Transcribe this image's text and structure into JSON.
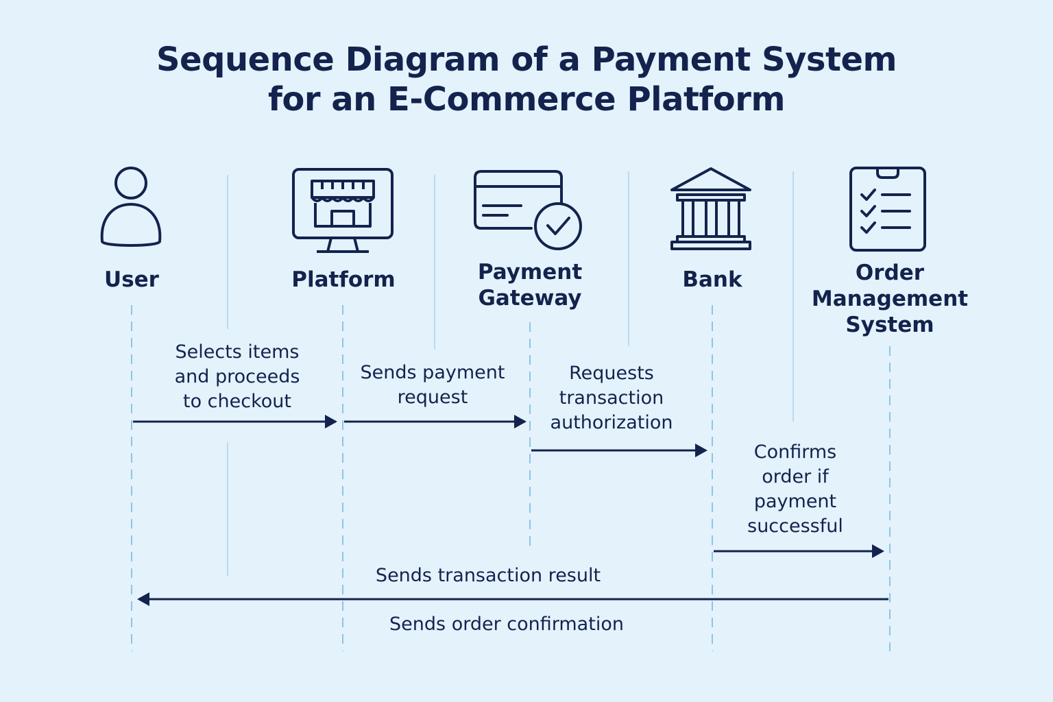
{
  "title": {
    "line1": "Sequence Diagram of a Payment System",
    "line2": "for an E-Commerce Platform"
  },
  "colors": {
    "background": "#e4f2fc",
    "ink": "#13234d",
    "lifeline": "#8cc6e2",
    "separator": "#b9dcee"
  },
  "participants": [
    {
      "id": "user",
      "icon": "user-icon",
      "label_lines": [
        "User"
      ]
    },
    {
      "id": "platform",
      "icon": "storefront-monitor-icon",
      "label_lines": [
        "Platform"
      ]
    },
    {
      "id": "gateway",
      "icon": "credit-card-check-icon",
      "label_lines": [
        "Payment",
        "Gateway"
      ]
    },
    {
      "id": "bank",
      "icon": "bank-icon",
      "label_lines": [
        "Bank"
      ]
    },
    {
      "id": "oms",
      "icon": "checklist-clipboard-icon",
      "label_lines": [
        "Order",
        "Management",
        "System"
      ]
    }
  ],
  "messages": [
    {
      "from": "user",
      "to": "platform",
      "label_lines": [
        "Selects items",
        "and proceeds",
        "to checkout"
      ]
    },
    {
      "from": "platform",
      "to": "gateway",
      "label_lines": [
        "Sends payment",
        "request"
      ]
    },
    {
      "from": "gateway",
      "to": "bank",
      "label_lines": [
        "Requests",
        "transaction",
        "authorization"
      ]
    },
    {
      "from": "bank",
      "to": "oms",
      "label_lines": [
        "Confirms",
        "order if",
        "payment",
        "successful"
      ]
    },
    {
      "from": "oms",
      "to": "user",
      "label_lines": [
        "Sends transaction result"
      ],
      "secondary_label": "Sends order confirmation"
    }
  ]
}
